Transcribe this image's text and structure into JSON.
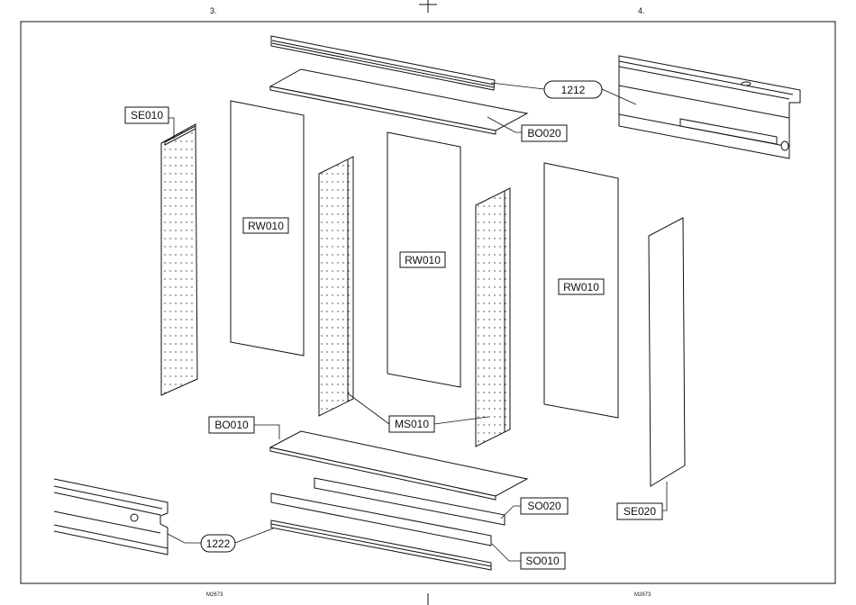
{
  "header": {
    "page_left": "3.",
    "page_right": "4."
  },
  "footer": {
    "code_left": "M2673",
    "code_right": "M2673"
  },
  "parts": {
    "rail_top": "1212",
    "rail_bottom": "1222",
    "side_left": "SE010",
    "side_right": "SE020",
    "back_wall_1": "RW010",
    "back_wall_2": "RW010",
    "back_wall_3": "RW010",
    "top_board": "BO020",
    "bottom_board": "BO010",
    "mid_side": "MS010",
    "plinth_front": "SO020",
    "plinth_rear": "SO010"
  },
  "colors": {
    "line": "#111111",
    "background": "#ffffff"
  }
}
